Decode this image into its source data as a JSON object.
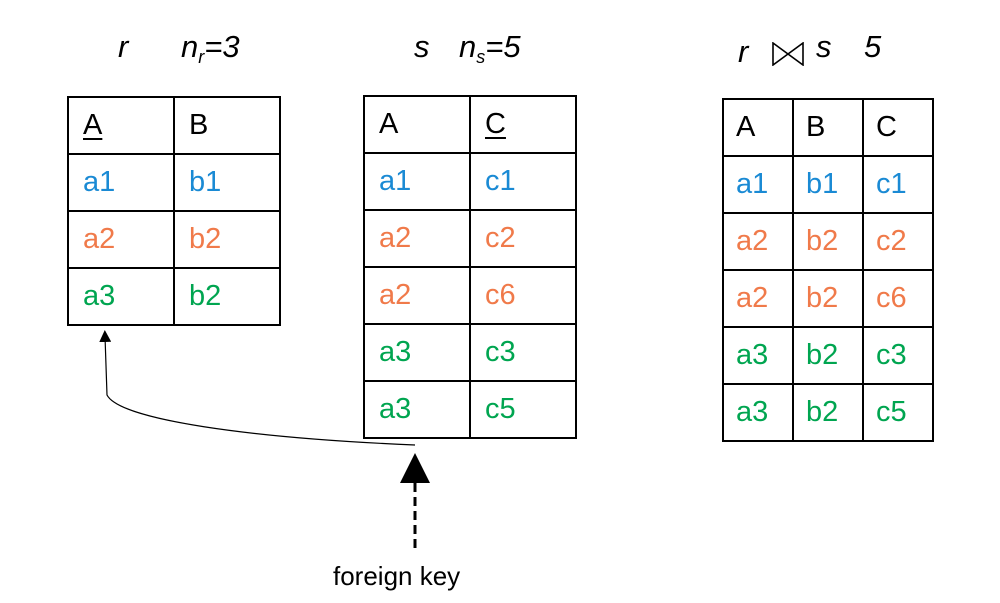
{
  "colors": {
    "row1": "#1a8ad4",
    "row2": "#f07a4a",
    "row3": "#00a550"
  },
  "relation_r": {
    "name": "r",
    "count_symbol": "n",
    "count_sub": "r",
    "count_value": "=3",
    "headers": [
      "A",
      "B"
    ],
    "key_column": 0,
    "rows": [
      {
        "A": "a1",
        "B": "b1",
        "color": "row1"
      },
      {
        "A": "a2",
        "B": "b2",
        "color": "row2"
      },
      {
        "A": "a3",
        "B": "b2",
        "color": "row3"
      }
    ]
  },
  "relation_s": {
    "name": "s",
    "count_symbol": "n",
    "count_sub": "s",
    "count_value": "=5",
    "headers": [
      "A",
      "C"
    ],
    "key_column": 1,
    "rows": [
      {
        "A": "a1",
        "C": "c1",
        "color": "row1"
      },
      {
        "A": "a2",
        "C": "c2",
        "color": "row2"
      },
      {
        "A": "a2",
        "C": "c6",
        "color": "row2"
      },
      {
        "A": "a3",
        "C": "c3",
        "color": "row3"
      },
      {
        "A": "a3",
        "C": "c5",
        "color": "row3"
      }
    ]
  },
  "join": {
    "left": "r",
    "right": "s",
    "symbol": "natural-join-icon",
    "count": "5",
    "headers": [
      "A",
      "B",
      "C"
    ],
    "rows": [
      {
        "A": "a1",
        "B": "b1",
        "C": "c1",
        "color": "row1"
      },
      {
        "A": "a2",
        "B": "b2",
        "C": "c2",
        "color": "row2"
      },
      {
        "A": "a2",
        "B": "b2",
        "C": "c6",
        "color": "row2"
      },
      {
        "A": "a3",
        "B": "b2",
        "C": "c3",
        "color": "row3"
      },
      {
        "A": "a3",
        "B": "b2",
        "C": "c5",
        "color": "row3"
      }
    ]
  },
  "foreign_key_label": "foreign key"
}
